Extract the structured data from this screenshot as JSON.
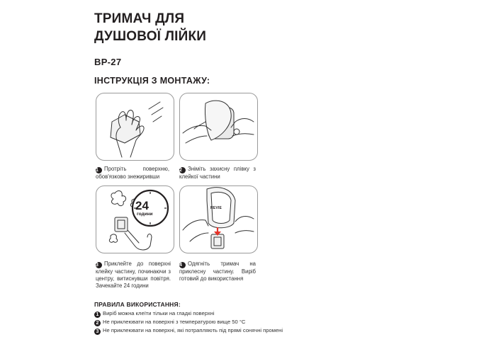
{
  "title": {
    "line1": "ТРИМАЧ ДЛЯ",
    "line2": "ДУШОВОЇ ЛІЙКИ"
  },
  "model": "BP-27",
  "install_heading": "ІНСТРУКЦІЯ З МОНТАЖУ:",
  "steps": [
    {
      "num": "1",
      "text": "Протріть поверхню, обов'язково знежиривши"
    },
    {
      "num": "2",
      "text": "Зніміть захисну плівку з клейкої частини"
    },
    {
      "num": "3",
      "text": "Приклейте до поверхні клейку частину, починаючи з центру, витиснувши повітря. Зачекайте 24 години"
    },
    {
      "num": "4",
      "text": "Одягніть тримач на приклесну частину. Виріб готовий до використання"
    }
  ],
  "timer": {
    "number": "24",
    "unit": "години"
  },
  "brand_mark": "REVIE",
  "rules_heading": "ПРАВИЛА ВИКОРИСТАННЯ:",
  "rules": [
    {
      "num": "1",
      "text": "Виріб можна клеїти тільки на гладкі поверхні"
    },
    {
      "num": "2",
      "text": "Не приклеювати на поверхні з температурою  вище 50 °С"
    },
    {
      "num": "3",
      "text": "Не приклеювати на поверхні, які потрапляють під  прямі сонячні промені"
    }
  ],
  "colors": {
    "text": "#231f20",
    "panel_border": "#9a9a9a",
    "arrow": "#e63329"
  }
}
